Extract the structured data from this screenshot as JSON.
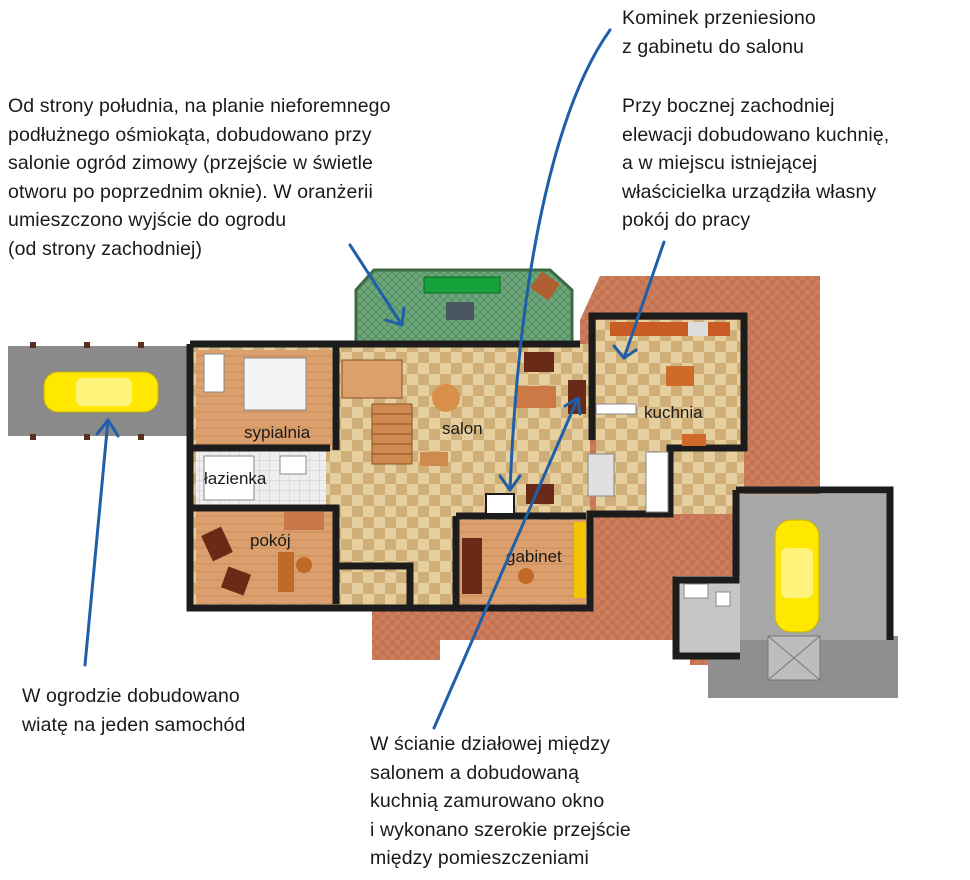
{
  "annotations": {
    "fireplace": "Kominek przeniesiono\nz gabinetu do salonu",
    "winter_garden": "Od strony południa, na planie nieforemnego\npodłużnego ośmiokąta, dobudowano przy\nsalonie ogród zimowy (przejście w świetle\notworu po poprzednim oknie). W oranżerii\numieszczono wyjście do ogrodu\n(od strony zachodniej)",
    "kitchen": "Przy bocznej zachodniej\nelewacji dobudowano kuchnię,\na w miejscu istniejącej\nwłaścicielka urządziła własny\npokój do pracy",
    "carport": "W ogrodzie dobudowano\nwiatę na jeden samochód",
    "partition": "W ścianie działowej między\nsalonem a dobudowaną\nkuchnią zamurowano okno\ni wykonano szerokie przejście\nmiędzy pomieszczeniami"
  },
  "rooms": {
    "bedroom": "sypialnia",
    "bathroom": "łazienka",
    "room": "pokój",
    "living_room": "salon",
    "kitchen": "kuchnia",
    "study": "gabinet"
  },
  "colors": {
    "wall": "#1c1c1c",
    "terrace": "#c97a57",
    "winter_garden": "#5f9a6c",
    "checker": "#dcc090",
    "wood_floor": "#d9a070",
    "garage_floor": "#a8a8a8",
    "carport_floor": "#8a8a8a",
    "car": "#ffe800",
    "arrow": "#1f5fa8"
  }
}
